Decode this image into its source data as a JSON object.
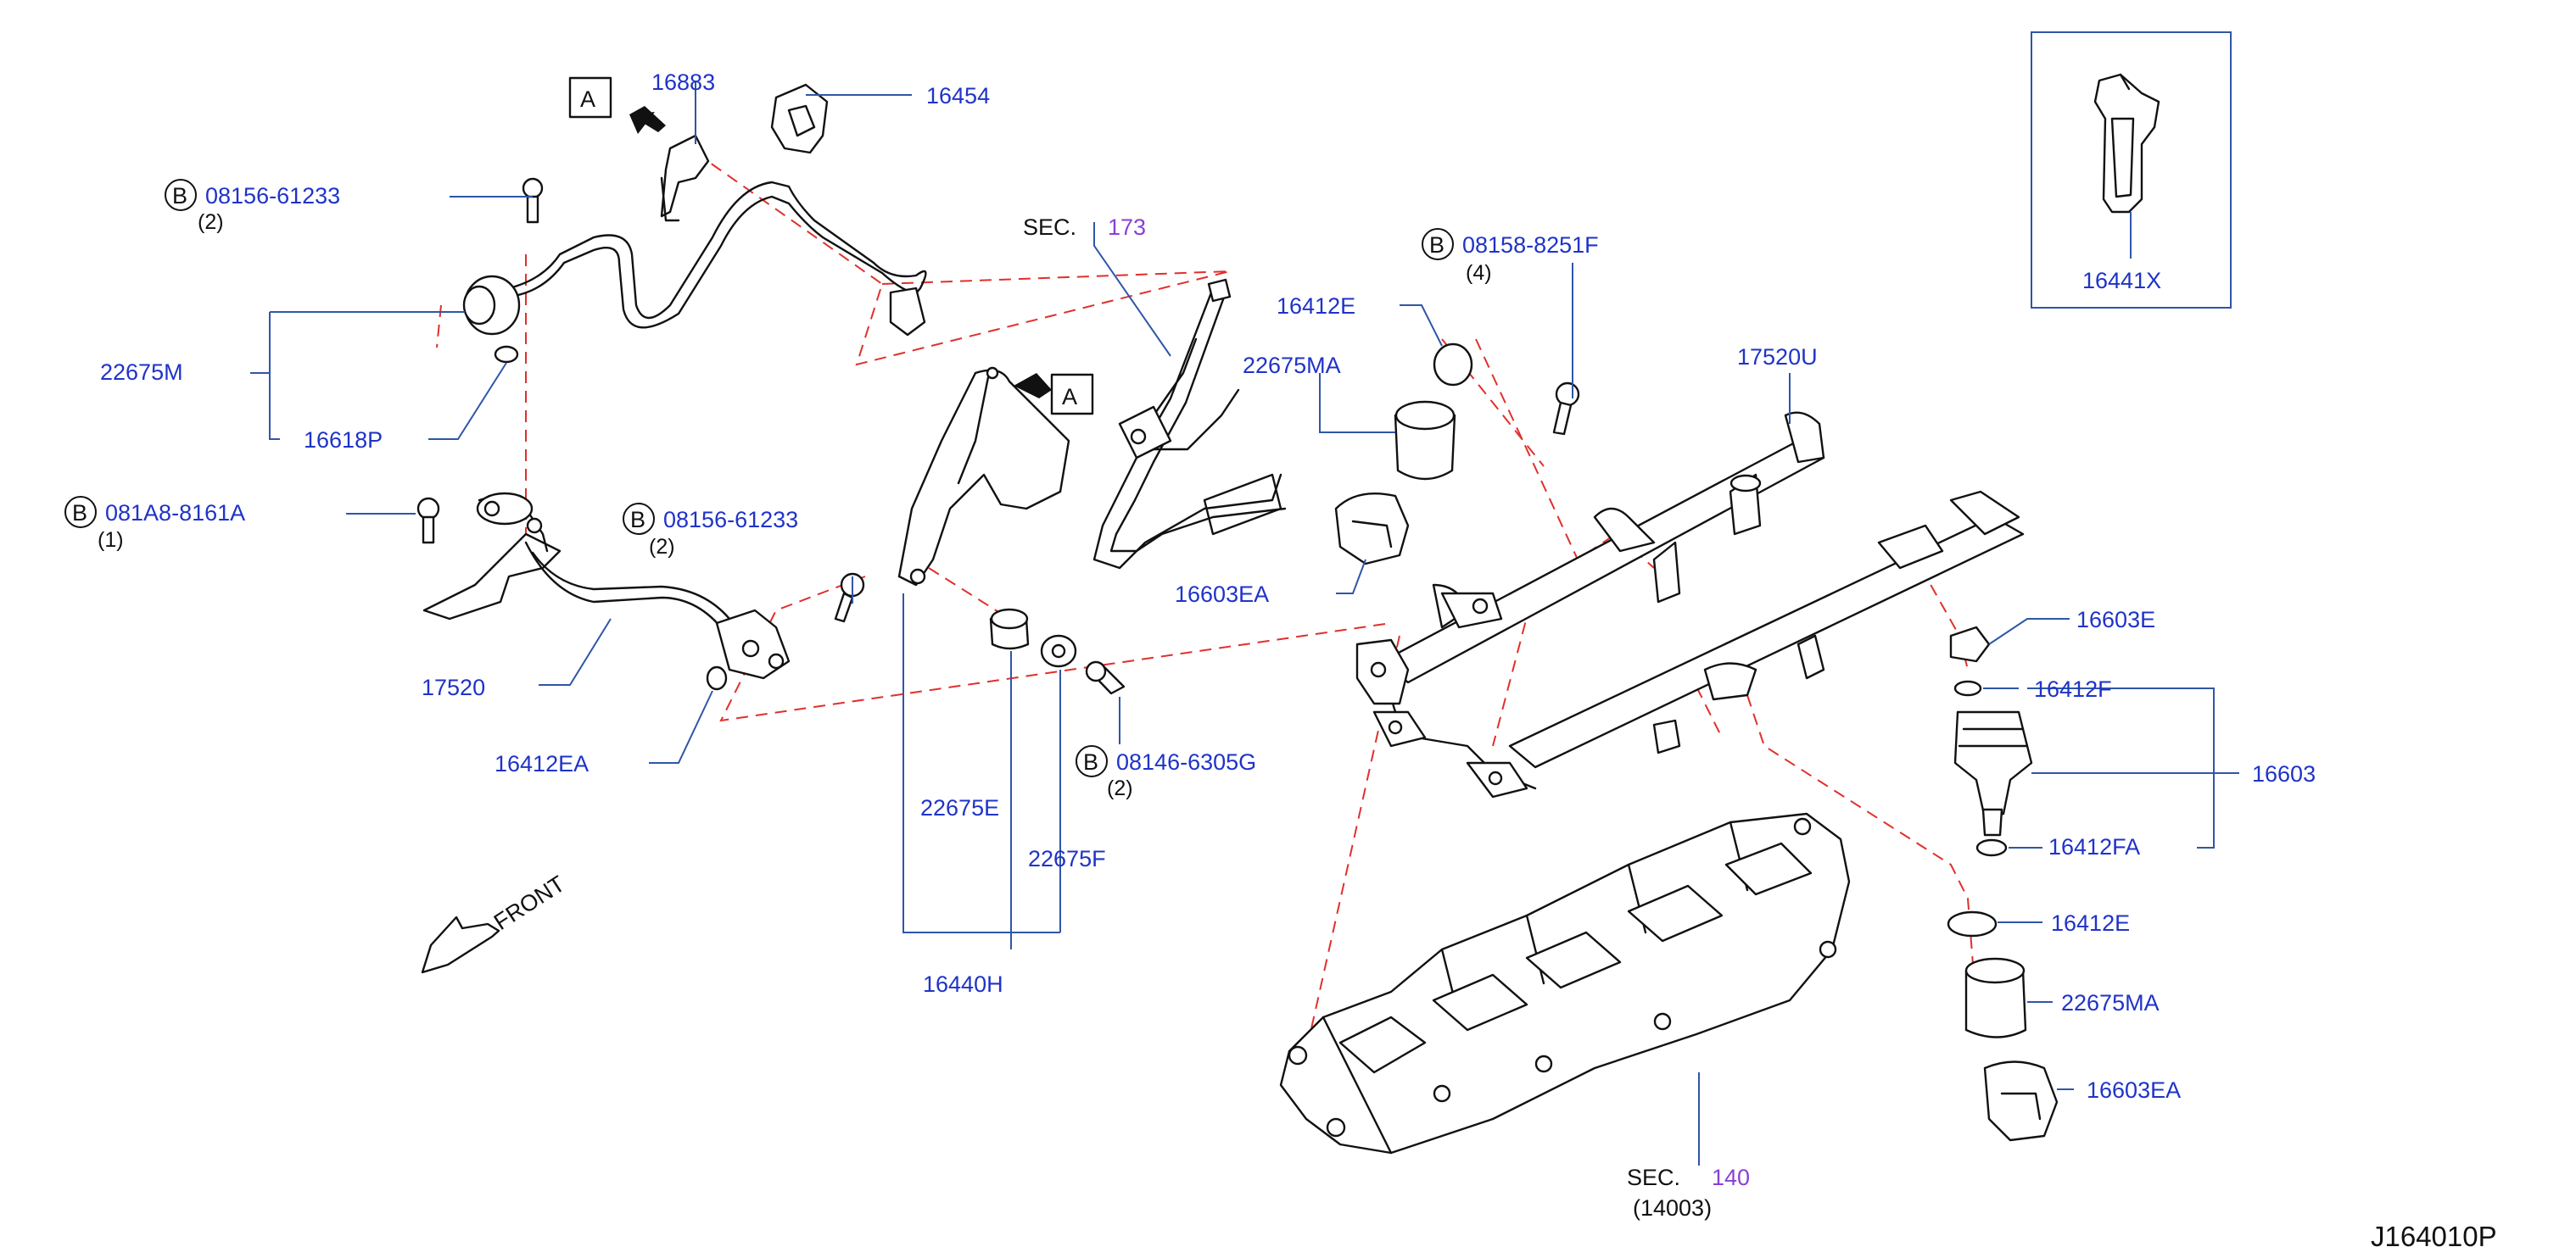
{
  "parts": {
    "p16883": "16883",
    "p16454": "16454",
    "p22675M": "22675M",
    "p16618P": "16618P",
    "p17520": "17520",
    "p16412EA": "16412EA",
    "p22675MA_top": "22675MA",
    "p16412E_top": "16412E",
    "p16603EA_top": "16603EA",
    "p17520U": "17520U",
    "p16603E": "16603E",
    "p16412F": "16412F",
    "p16603": "16603",
    "p16412FA": "16412FA",
    "p16412E_bot": "16412E",
    "p22675MA_bot": "22675MA",
    "p16603EA_bot": "16603EA",
    "p22675E": "22675E",
    "p22675F": "22675F",
    "p16440H": "16440H",
    "p16441X": "16441X"
  },
  "bolts": {
    "b1": {
      "marker": "B",
      "code": "08156-61233",
      "qty": "(2)"
    },
    "b2": {
      "marker": "B",
      "code": "081A8-8161A",
      "qty": "(1)"
    },
    "b3": {
      "marker": "B",
      "code": "08156-61233",
      "qty": "(2)"
    },
    "b4": {
      "marker": "B",
      "code": "08146-6305G",
      "qty": "(2)"
    },
    "b5": {
      "marker": "B",
      "code": "08158-8251F",
      "qty": "(4)"
    }
  },
  "sections": {
    "s173": {
      "prefix": "SEC.",
      "num": "173"
    },
    "s140": {
      "prefix": "SEC.",
      "num": "140",
      "sub": "(14003)"
    }
  },
  "view_marker": "A",
  "front_label": "FRONT",
  "diagram_code": "J164010P",
  "colors": {
    "label": "#1f33c8",
    "section": "#8a3fd6",
    "leader": "#2f56a8",
    "dashed": "#e0302c"
  }
}
